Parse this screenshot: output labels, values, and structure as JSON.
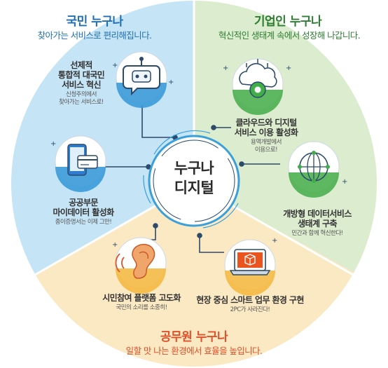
{
  "center": {
    "line1": "누구나",
    "line2": "디지털"
  },
  "sections": {
    "citizen": {
      "title": "국민 누구나",
      "subtitle": "찾아가는 서비스로 편리해집니다.",
      "color": "#1f6fb5",
      "bg": "#c5e4f5"
    },
    "business": {
      "title": "기업인 누구나",
      "subtitle": "혁신적인 생태계 속에서 성장해 나갑니다.",
      "color": "#2e7d32",
      "bg": "#dbeccf"
    },
    "official": {
      "title": "공무원 누구나",
      "subtitle": "일할 맛 나는 환경에서 효율을 높입니다.",
      "color": "#e0502a",
      "bg": "#fbe9c4"
    }
  },
  "items": {
    "integrated_service": {
      "title": [
        "선제적",
        "통합적 대국민",
        "서비스 혁신"
      ],
      "sub": [
        "신청주의에서",
        "찾아가는 서비스로!"
      ],
      "icon": "robot-chat-icon"
    },
    "mydata": {
      "title": [
        "공공부문",
        "마이데이터 활성화"
      ],
      "sub": [
        "종이증명서는 이제 그만!"
      ],
      "icon": "phone-card-icon"
    },
    "cloud": {
      "title": [
        "클라우드와 디지털",
        "서비스 이용 활성화"
      ],
      "sub": [
        "용역개발에서",
        "이용으로!"
      ],
      "icon": "cloud-gear-icon"
    },
    "open_data": {
      "title": [
        "개방형 데이터서비스",
        "생태계 구축"
      ],
      "sub": [
        "민간과 함께 혁신한다!"
      ],
      "icon": "network-globe-icon"
    },
    "participation": {
      "title": [
        "시민참여 플랫폼 고도화"
      ],
      "sub": [
        "국민의 소리를 소중히!"
      ],
      "icon": "ear-icon"
    },
    "smart_work": {
      "title": [
        "현장 중심 스마트 업무 환경 구현"
      ],
      "sub": [
        "2PC가 사라진다!"
      ],
      "icon": "laptop-box-icon"
    }
  }
}
